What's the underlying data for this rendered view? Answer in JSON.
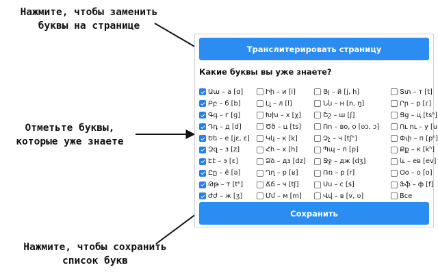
{
  "annotations": {
    "top": [
      "Нажмите, чтобы заменить",
      "буквы на странице"
    ],
    "middle": [
      "Отметьте буквы,",
      "которые уже знаете"
    ],
    "bottom": [
      "Нажмите, чтобы сохранить",
      "список букв"
    ]
  },
  "panel": {
    "transliterate_label": "Транслитерировать страницу",
    "question": "Какие буквы вы уже знаете?",
    "save_label": "Сохранить",
    "accent_color": "#2b8cf2",
    "columns": [
      [
        {
          "label": "Աա – а [ɑ]",
          "checked": true
        },
        {
          "label": "Բբ – б [b]",
          "checked": true
        },
        {
          "label": "Գգ – г [ɡ]",
          "checked": true
        },
        {
          "label": "Դդ – д [d]",
          "checked": true
        },
        {
          "label": "Եե – е [jɛ, ɛ]",
          "checked": true
        },
        {
          "label": "Զզ – з [z]",
          "checked": true
        },
        {
          "label": "Էէ – э [ɛ]",
          "checked": true
        },
        {
          "label": "Ըը – ё [ə]",
          "checked": true
        },
        {
          "label": "Թթ – т [tʰ]",
          "checked": true
        },
        {
          "label": "Ժժ – ж [ʒ]",
          "checked": true
        }
      ],
      [
        {
          "label": "Իի – и [i]",
          "checked": false
        },
        {
          "label": "Լլ – л [l]",
          "checked": false
        },
        {
          "label": "Խխ – х [χ]",
          "checked": false
        },
        {
          "label": "Ծծ – ц [ts]",
          "checked": false
        },
        {
          "label": "Կկ – к [k]",
          "checked": false
        },
        {
          "label": "Հհ – х [h]",
          "checked": false
        },
        {
          "label": "Ձձ – дз [dz]",
          "checked": false
        },
        {
          "label": "Ղղ – р [ʁ]",
          "checked": false
        },
        {
          "label": "Ճճ – ч [tʃ]",
          "checked": false
        },
        {
          "label": "Մմ – м [m]",
          "checked": false
        }
      ],
      [
        {
          "label": "Յյ – й [j, h]",
          "checked": false
        },
        {
          "label": "Նն – н [n, ŋ]",
          "checked": false
        },
        {
          "label": "Շշ – ш [ʃ]",
          "checked": false
        },
        {
          "label": "Ոո – во, о [ʋɔ, ɔ]",
          "checked": false
        },
        {
          "label": "Չչ – ч [tʃʰ]",
          "checked": false
        },
        {
          "label": "Պպ – п [p]",
          "checked": false
        },
        {
          "label": "Ջջ – дж [dʒ]",
          "checked": false
        },
        {
          "label": "Ռռ – р [r]",
          "checked": false
        },
        {
          "label": "Սս – с [s]",
          "checked": false
        },
        {
          "label": "Վվ – в [v, ʋ]",
          "checked": false
        }
      ],
      [
        {
          "label": "Տտ – т [t]",
          "checked": false
        },
        {
          "label": "Րր – р [ɾ]",
          "checked": false
        },
        {
          "label": "Ցց – ц [tsʰ]",
          "checked": false
        },
        {
          "label": "Ու ու – у [u]",
          "checked": false
        },
        {
          "label": "Փփ – п [pʰ]",
          "checked": false
        },
        {
          "label": "Քք – к [kʰ]",
          "checked": false
        },
        {
          "label": "և – ев [ev]",
          "checked": false
        },
        {
          "label": "Օօ – о [o]",
          "checked": false
        },
        {
          "label": "Ֆֆ – ф [f]",
          "checked": false
        },
        {
          "label": "Все",
          "checked": false
        }
      ]
    ]
  }
}
